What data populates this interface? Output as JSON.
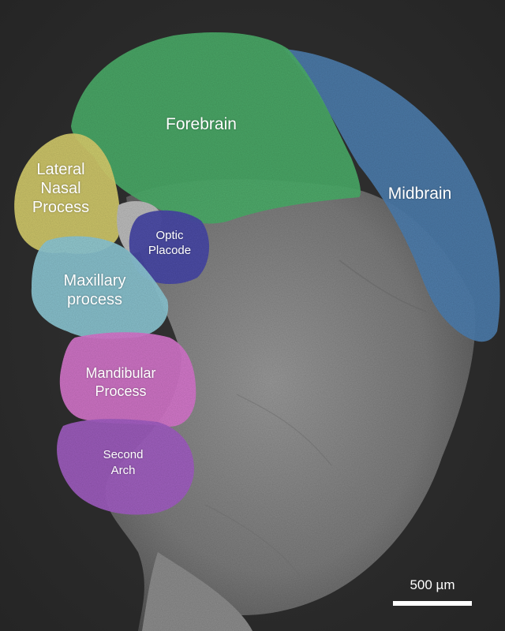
{
  "image": {
    "kind": "false-colored scanning electron micrograph of embryonic head",
    "background_color": "#2b2b2b"
  },
  "regions": {
    "forebrain": {
      "label": "Forebrain",
      "color": "#4caf6a"
    },
    "midbrain": {
      "label": "Midbrain",
      "color": "#4e7fb0"
    },
    "lateral_nasal_process": {
      "label": "Lateral\nNasal\nProcess",
      "color": "#d8cf6e"
    },
    "optic_placode": {
      "label": "Optic\nPlacode",
      "color": "#4a4aa8"
    },
    "maxillary_process": {
      "label": "Maxillary\nprocess",
      "color": "#8ec9d6"
    },
    "mandibular_process": {
      "label": "Mandibular\nProcess",
      "color": "#d877cf"
    },
    "second_arch": {
      "label": "Second\nArch",
      "color": "#a25fc4"
    }
  },
  "scale_bar": {
    "label": "500 µm",
    "length_um": 500
  }
}
